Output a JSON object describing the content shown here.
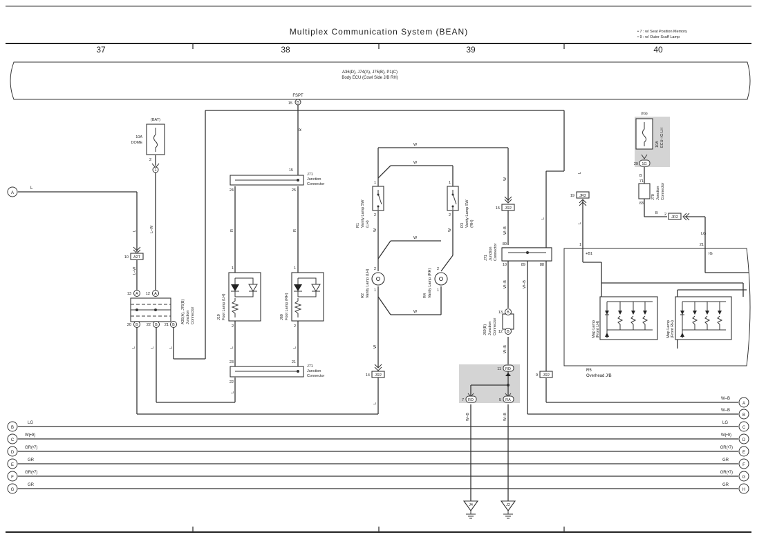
{
  "title": "Multiplex Communication System (BEAN)",
  "notes": [
    "• 7 : w/ Seat Position Memory",
    "• 9 : w/ Outer Scuff Lamp"
  ],
  "columns": [
    "37",
    "38",
    "39",
    "40"
  ],
  "ecu": {
    "codes": "A36(D), J74(A), J75(B), P1(C)",
    "name": "Body ECU (Cowl Side J/B RH)",
    "pin_label": "FSPT",
    "pin": "15",
    "pin_conn": "B"
  },
  "fuses": {
    "dome": {
      "source": "(BAT)",
      "amp": "10A",
      "name": "DOME",
      "pin": "2",
      "conn": "1"
    },
    "ecu_ig": {
      "source": "(IG)",
      "amp": "10A",
      "name": "ECU–IG LH",
      "pin": "29",
      "conn": "1G"
    }
  },
  "junction_j71": {
    "name": "J71",
    "desc": "Junction",
    "desc2": "Connector",
    "top_pins": [
      "15",
      "24",
      "25"
    ],
    "bot_pins": [
      "23",
      "21",
      "22"
    ],
    "mid_pins": [
      "80",
      "10",
      "89",
      "88"
    ]
  },
  "junction_j70": {
    "name": "J70",
    "desc": "Junction",
    "desc2": "Connector",
    "pins": [
      "71",
      "83"
    ]
  },
  "junction_a35": {
    "name": "A35(A), J76(B)",
    "desc": "Junction",
    "desc2": "Connector",
    "top_pins": [
      "13",
      "12"
    ],
    "top_conns": [
      "A",
      "A"
    ],
    "bot_pins": [
      "20",
      "22",
      "21"
    ],
    "bot_conns": [
      "B",
      "B",
      "B"
    ]
  },
  "junction_j69": {
    "name": "J69(B)",
    "desc": "Junction",
    "desc2": "Connector",
    "pins": [
      "13",
      "12"
    ],
    "conn": "B"
  },
  "foot_lamps": [
    {
      "id": "J19",
      "name": "Foot Lamp (LH)",
      "pins": [
        "1",
        "2"
      ]
    },
    {
      "id": "J60",
      "name": "Foot Lamp (RH)",
      "pins": [
        "1",
        "2"
      ]
    }
  ],
  "vanity_sw": [
    {
      "id": "R1",
      "name": "Vanity Lamp SW",
      "side": "(LH)",
      "pins": [
        "1",
        "2"
      ]
    },
    {
      "id": "R3",
      "name": "Vanity Lamp SW",
      "side": "(RH)",
      "pins": [
        "1",
        "2"
      ]
    }
  ],
  "vanity_lamps": [
    {
      "id": "R2",
      "name": "Vanity Lamp (LH)",
      "pins": [
        "2",
        "1"
      ]
    },
    {
      "id": "R4",
      "name": "Vanity Lamp (RH)",
      "pins": [
        "2",
        "1"
      ]
    }
  ],
  "map_lamps": [
    {
      "name": "Map Lamp",
      "side": "(Front LH)"
    },
    {
      "name": "Map Lamp",
      "side": "(Front RH)"
    }
  ],
  "overhead_jb": {
    "id": "R5",
    "name": "Overhead J/B",
    "pins": [
      "1",
      "21"
    ],
    "labels": [
      "+B1",
      "IG"
    ]
  },
  "connectors": [
    {
      "code": "A2T",
      "pin": "10"
    },
    {
      "code": "JR2",
      "pin": "15"
    },
    {
      "code": "JR2",
      "pin": "19"
    },
    {
      "code": "JR2",
      "pin": "2"
    },
    {
      "code": "JR2",
      "pin": "14"
    },
    {
      "code": "JR2",
      "pin": "9"
    },
    {
      "code": "RD",
      "pin": "11"
    },
    {
      "code": "RD",
      "pin": "7"
    },
    {
      "code": "RA",
      "pin": "5"
    }
  ],
  "grounds": [
    "J4",
    "J2"
  ],
  "wire_colors": [
    "L",
    "L–W",
    "R",
    "W",
    "W–B",
    "LG",
    "B",
    "IG"
  ],
  "left_buses": [
    {
      "letter": "A",
      "color": "L"
    },
    {
      "letter": "B",
      "color": "LG"
    },
    {
      "letter": "C",
      "color": "W(•9)"
    },
    {
      "letter": "D",
      "color": "GR(•7)"
    },
    {
      "letter": "E",
      "color": "GR"
    },
    {
      "letter": "F",
      "color": "GR(•7)"
    },
    {
      "letter": "G",
      "color": "GR"
    }
  ],
  "right_buses": [
    {
      "letter": "A",
      "color": "W–B"
    },
    {
      "letter": "B",
      "color": "W–B"
    },
    {
      "letter": "C",
      "color": "LG"
    },
    {
      "letter": "D",
      "color": "W(•9)"
    },
    {
      "letter": "E",
      "color": "GR(•7)"
    },
    {
      "letter": "F",
      "color": "GR"
    },
    {
      "letter": "G",
      "color": "GR(•7)"
    },
    {
      "letter": "H",
      "color": "GR"
    }
  ]
}
